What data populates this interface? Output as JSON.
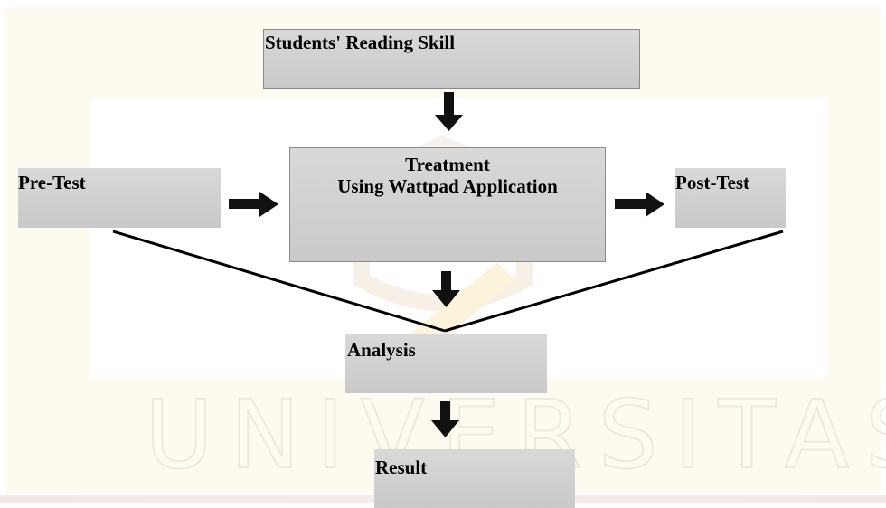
{
  "diagram": {
    "nodes": {
      "reading_skill": "Students' Reading Skill",
      "pre_test": "Pre-Test",
      "treatment_line1": "Treatment",
      "treatment_line2": "Using Wattpad Application",
      "post_test": "Post-Test",
      "analysis": "Analysis",
      "result": "Result"
    },
    "edges": [
      {
        "from": "reading_skill",
        "to": "treatment"
      },
      {
        "from": "pre_test",
        "to": "treatment"
      },
      {
        "from": "treatment",
        "to": "post_test"
      },
      {
        "from": "treatment",
        "to": "analysis"
      },
      {
        "from": "pre_test",
        "to": "analysis"
      },
      {
        "from": "post_test",
        "to": "analysis"
      },
      {
        "from": "analysis",
        "to": "result"
      }
    ],
    "colors": {
      "box_fill": "#d0d0d0",
      "arrow": "#111111",
      "watermark": "#f3ece2"
    }
  }
}
